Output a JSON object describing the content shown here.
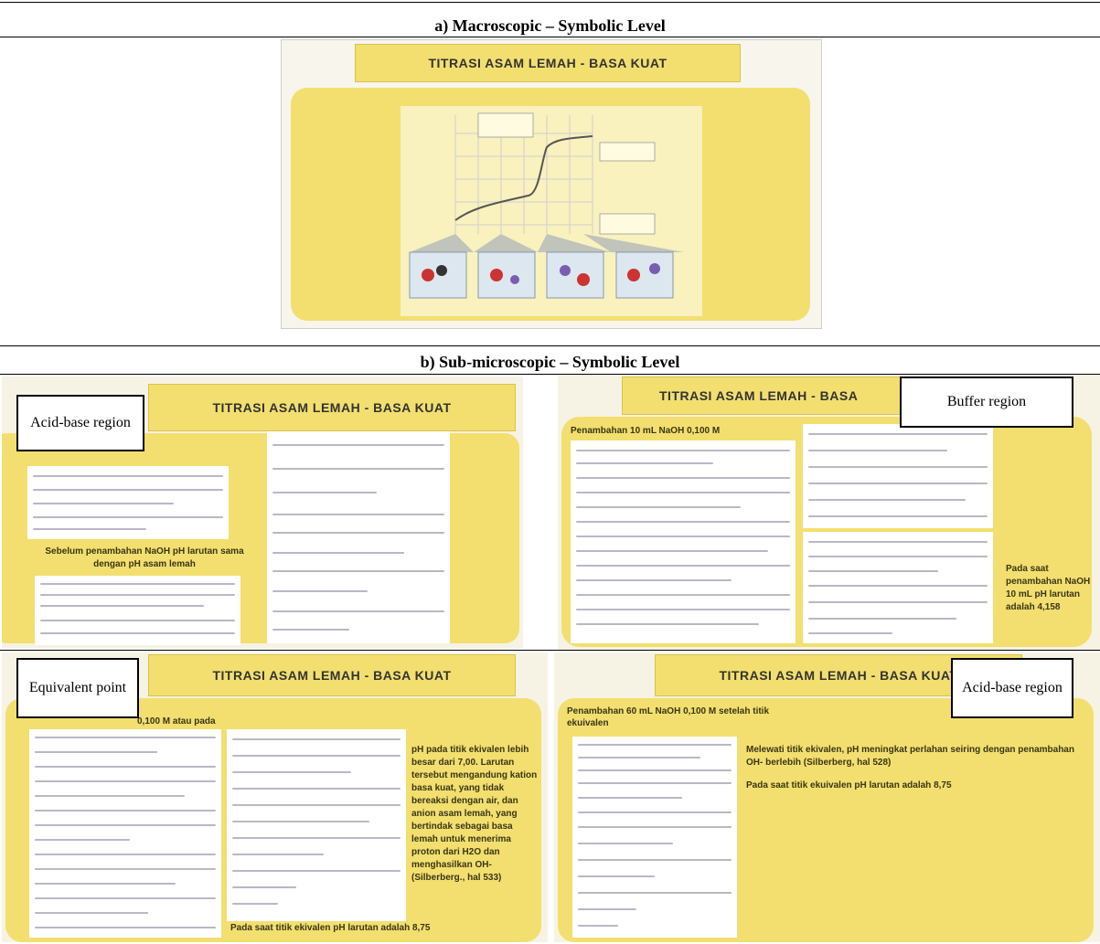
{
  "section_a": {
    "title": "a) Macroscopic – Symbolic Level"
  },
  "section_b": {
    "title": "b) Sub-microscopic – Symbolic Level"
  },
  "slide_title": "TITRASI ASAM LEMAH - BASA KUAT",
  "slide_title_partial": "TITRASI ASAM LEMAH - BASA",
  "callouts": {
    "acid_base_1": "Acid-base region",
    "buffer": "Buffer region",
    "equivalent": "Equivalent point",
    "acid_base_2": "Acid-base region"
  },
  "slide_b1": {
    "heading": "Sebelum penambahan NaOH pH larutan sama dengan pH asam lemah"
  },
  "slide_b2": {
    "heading": "Penambahan 10 mL NaOH 0,100 M",
    "conclusion": "Pada saat penambahan NaOH 10 mL pH larutan adalah 4,158"
  },
  "slide_b3": {
    "heading": "0,100 M atau pada",
    "explanation": "pH pada titik ekivalen lebih besar dari 7,00. Larutan tersebut mengandung kation basa kuat, yang tidak bereaksi dengan air, dan anion asam lemah, yang bertindak sebagai basa lemah untuk menerima proton dari H2O dan menghasilkan OH- (Silberberg., hal 533)",
    "conclusion": "Pada saat titik ekivalen pH larutan adalah 8,75"
  },
  "slide_b4": {
    "heading": "Penambahan 60 mL NaOH 0,100 M setelah titik ekuivalen",
    "line1": "Melewati titik ekivalen, pH meningkat perlahan seiring dengan penambahan OH- berlebih (Silberberg, hal 528)",
    "line2": "Pada saat titik ekuivalen pH larutan adalah 8,75"
  }
}
